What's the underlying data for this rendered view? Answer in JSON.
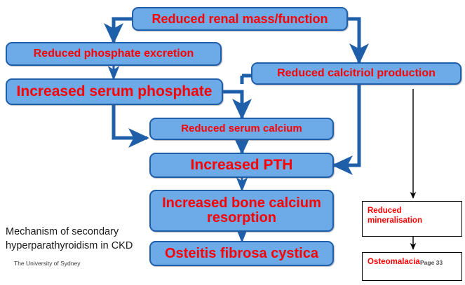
{
  "colors": {
    "node_fill": "#6CAAE8",
    "node_border": "#1F5FA9",
    "node_text": "#FF0000",
    "connector_blue": "#1F5FA9",
    "connector_black": "#000000",
    "plain_border": "#000000",
    "caption_text": "#1a1a1a",
    "background": "#ffffff"
  },
  "diagram": {
    "title_caption": {
      "line1": "Mechanism of secondary",
      "line2": "hyperparathyroidism in CKD"
    },
    "footer": "The University of Sydney",
    "page_number": "Page 33",
    "nodes": [
      {
        "id": "renal-mass",
        "label": "Reduced renal mass/function"
      },
      {
        "id": "phosphate-excretion",
        "label": "Reduced phosphate excretion"
      },
      {
        "id": "serum-phosphate",
        "label": "Increased serum phosphate"
      },
      {
        "id": "calcitriol",
        "label": "Reduced calcitriol production"
      },
      {
        "id": "serum-calcium",
        "label": "Reduced serum calcium"
      },
      {
        "id": "pth",
        "label": "Increased PTH"
      },
      {
        "id": "bone-resorption",
        "label": "Increased bone calcium resorption"
      },
      {
        "id": "osteitis",
        "label": "Osteitis fibrosa cystica"
      },
      {
        "id": "mineralisation",
        "label": "Reduced mineralisation"
      },
      {
        "id": "osteomalacia",
        "label": "Osteomalacia"
      }
    ],
    "edges": [
      {
        "from": "renal-mass",
        "to": "phosphate-excretion"
      },
      {
        "from": "renal-mass",
        "to": "calcitriol"
      },
      {
        "from": "phosphate-excretion",
        "to": "serum-phosphate"
      },
      {
        "from": "serum-phosphate",
        "to": "serum-calcium"
      },
      {
        "from": "calcitriol",
        "to": "serum-calcium"
      },
      {
        "from": "calcitriol",
        "to": "pth"
      },
      {
        "from": "calcitriol",
        "to": "mineralisation"
      },
      {
        "from": "serum-calcium",
        "to": "pth"
      },
      {
        "from": "pth",
        "to": "bone-resorption"
      },
      {
        "from": "bone-resorption",
        "to": "osteitis"
      },
      {
        "from": "mineralisation",
        "to": "osteomalacia"
      }
    ]
  }
}
